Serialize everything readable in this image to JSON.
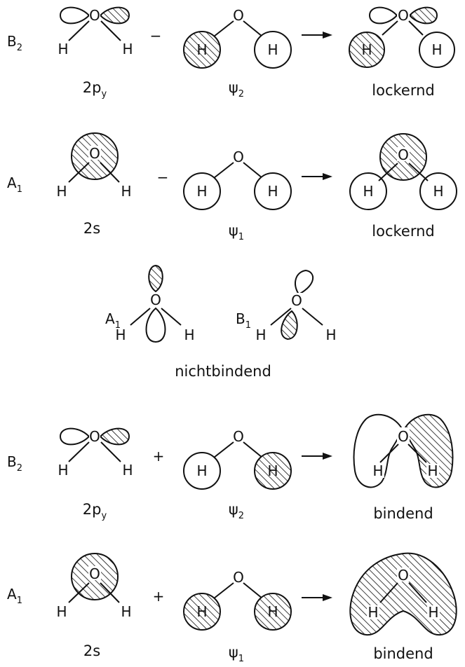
{
  "atoms": {
    "oxygen": "O",
    "hydrogen": "H"
  },
  "operators": {
    "minus": "−",
    "plus": "+"
  },
  "rows": [
    {
      "symmetry": {
        "letter": "B",
        "sub": "2"
      },
      "op": "minus",
      "orbital": {
        "base": "2p",
        "sub": "y"
      },
      "group": {
        "base": "ψ",
        "sub": "2"
      },
      "result": "lockernd"
    },
    {
      "symmetry": {
        "letter": "A",
        "sub": "1"
      },
      "op": "minus",
      "orbital": {
        "base": "2s",
        "sub": ""
      },
      "group": {
        "base": "ψ",
        "sub": "1"
      },
      "result": "lockernd"
    },
    {
      "symmetry": {
        "letter": "B",
        "sub": "2"
      },
      "op": "plus",
      "orbital": {
        "base": "2p",
        "sub": "y"
      },
      "group": {
        "base": "ψ",
        "sub": "2"
      },
      "result": "bindend"
    },
    {
      "symmetry": {
        "letter": "A",
        "sub": "1"
      },
      "op": "plus",
      "orbital": {
        "base": "2s",
        "sub": ""
      },
      "group": {
        "base": "ψ",
        "sub": "1"
      },
      "result": "bindend"
    }
  ],
  "nonbonding": {
    "a1": {
      "letter": "A",
      "sub": "1"
    },
    "b1": {
      "letter": "B",
      "sub": "1"
    },
    "label": "nichtbindend"
  }
}
